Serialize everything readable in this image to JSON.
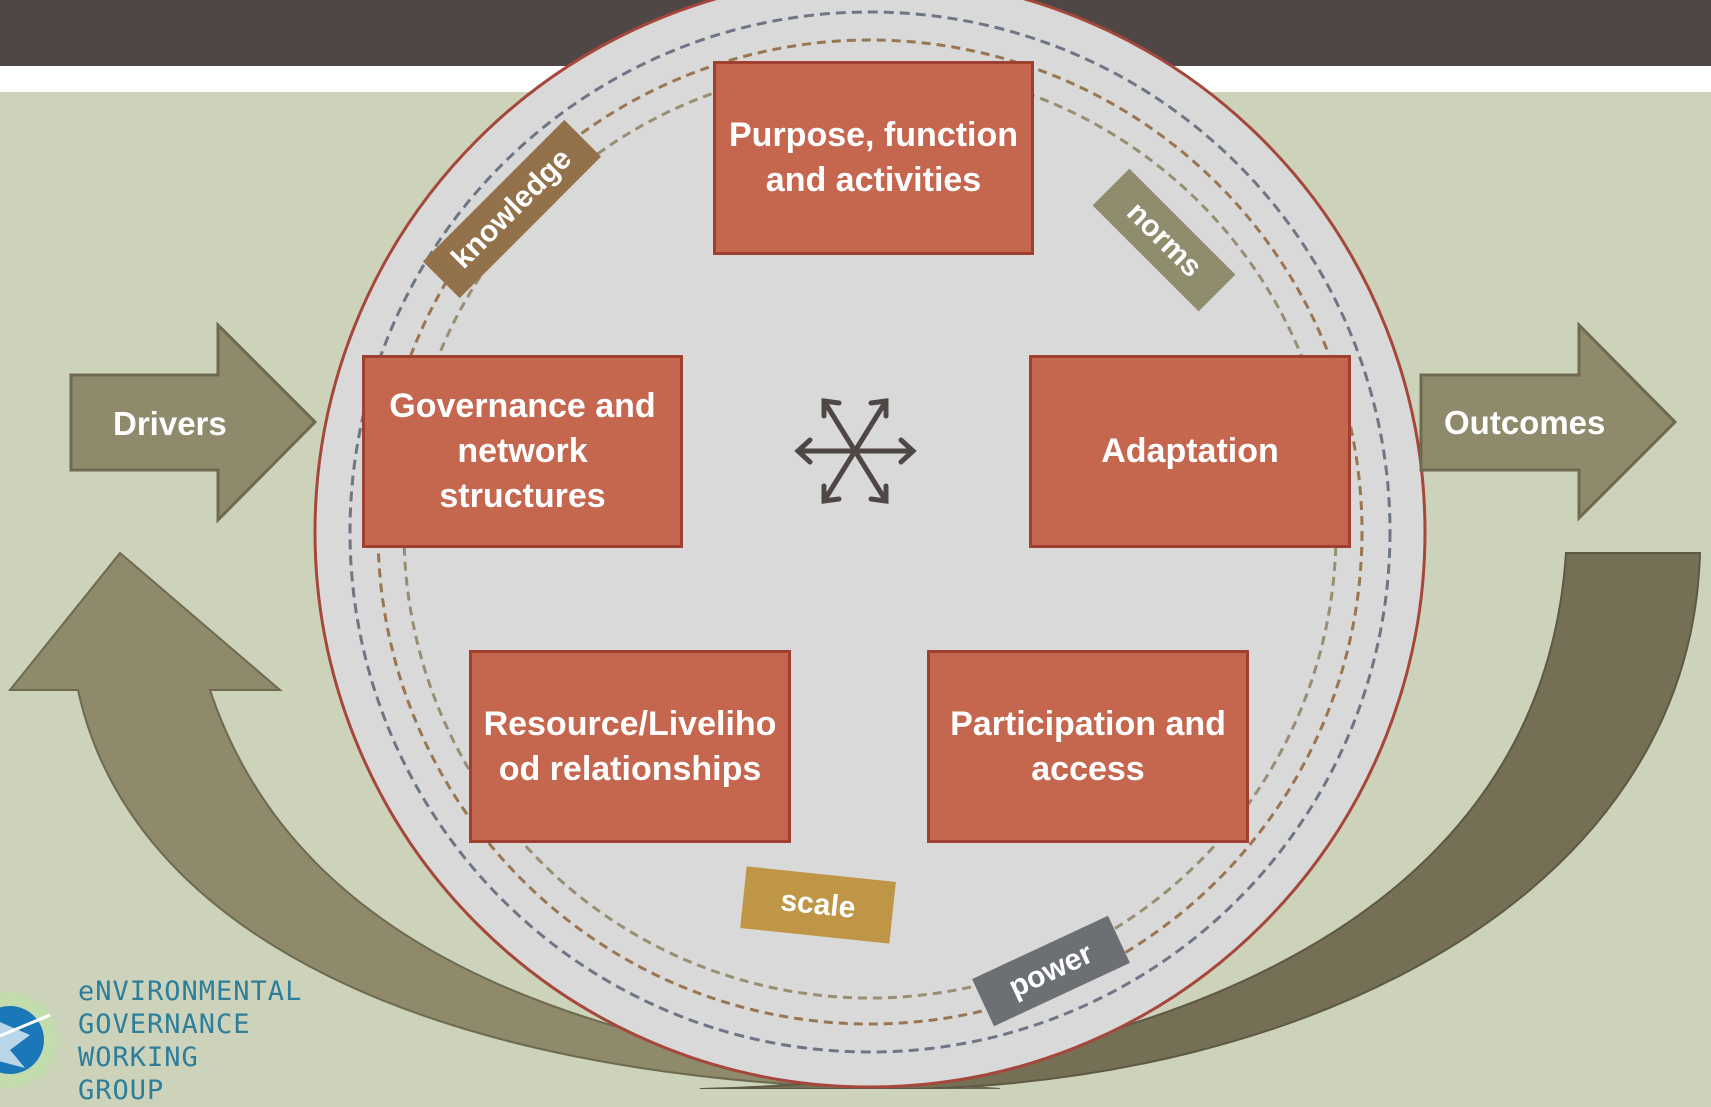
{
  "boxes": {
    "purpose": "Purpose, function and activities",
    "governance": "Governance and network structures",
    "adaptation": "Adaptation",
    "resource": "Resource/Livelihood relationships",
    "participation": "Participation and access"
  },
  "tags": {
    "knowledge": "knowledge",
    "norms": "norms",
    "scale": "scale",
    "power": "power"
  },
  "arrows": {
    "drivers": "Drivers",
    "outcomes": "Outcomes"
  },
  "logo": {
    "line1": "eNVIRONMENTAL",
    "line2": "GOVERNANCE",
    "line3": "WORKING",
    "line4": "GROUP"
  },
  "colors": {
    "box_fill": "#c5664f",
    "arrow_fill": "#8f8a6c",
    "background": "#cdd3bb",
    "header": "#4f4746"
  },
  "icons": {
    "center": "six-way-arrows-icon"
  }
}
